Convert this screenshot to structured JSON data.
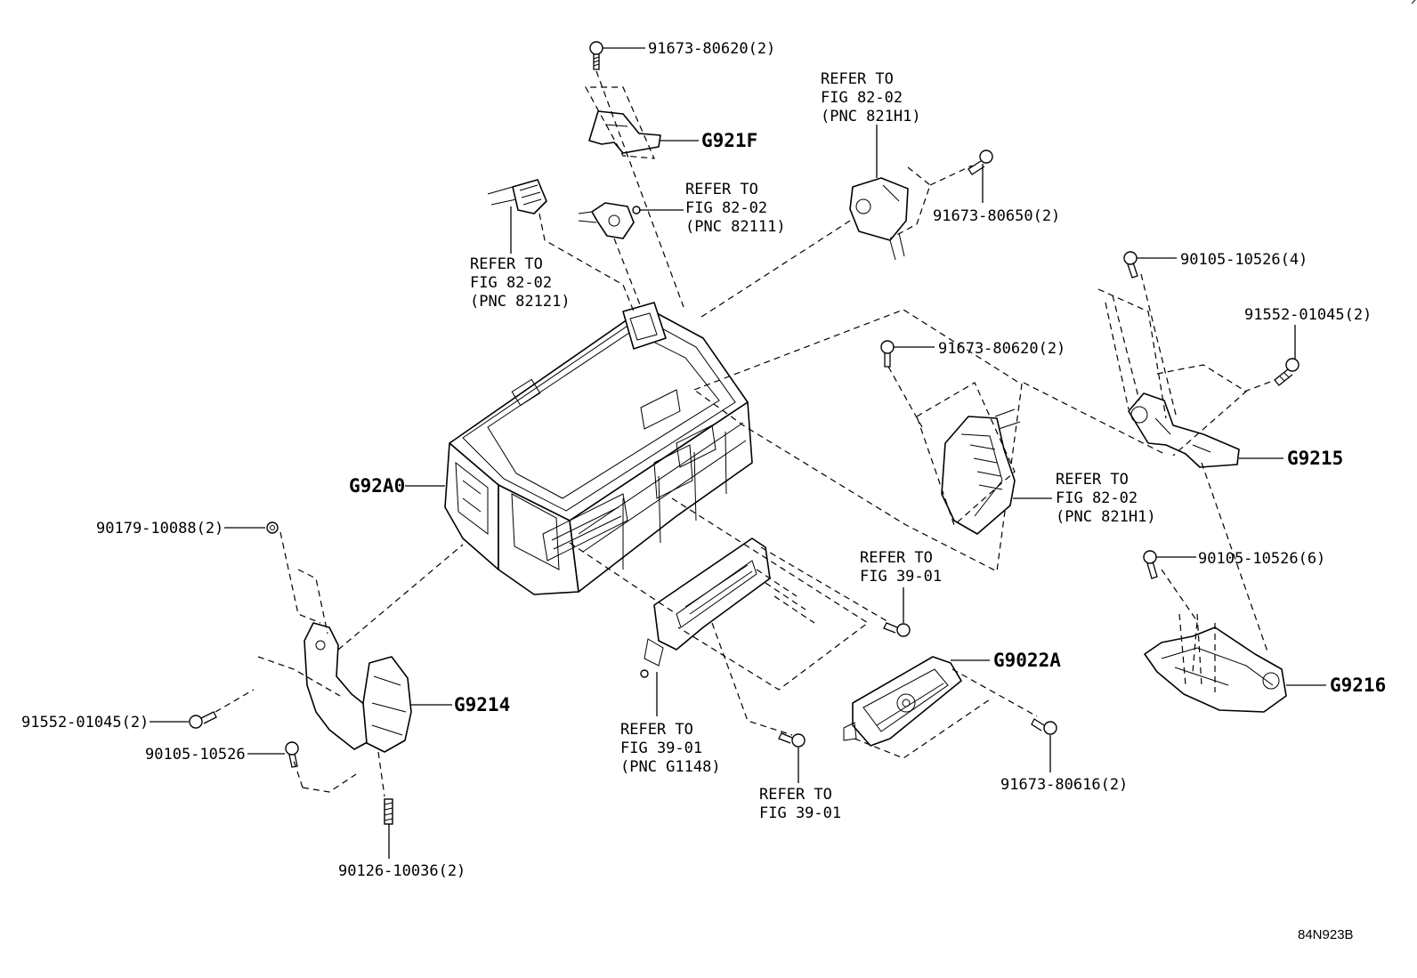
{
  "labels": {
    "l_91673_80620_top": "91673-80620(2)",
    "l_g921f": "G921F",
    "l_refer_821h1_top_1": "REFER TO",
    "l_refer_821h1_top_2": "FIG 82-02",
    "l_refer_821h1_top_3": "(PNC 821H1)",
    "l_refer_82111_1": "REFER TO",
    "l_refer_82111_2": "FIG 82-02",
    "l_refer_82111_3": "(PNC 82111)",
    "l_91673_80650": "91673-80650(2)",
    "l_refer_82121_1": "REFER TO",
    "l_refer_82121_2": "FIG 82-02",
    "l_refer_82121_3": "(PNC 82121)",
    "l_90105_10526_4": "90105-10526(4)",
    "l_91552_01045_right": "91552-01045(2)",
    "l_91673_80620_mid": "91673-80620(2)",
    "l_g9215": "G9215",
    "l_g92a0": "G92A0",
    "l_refer_821h1_mid_1": "REFER TO",
    "l_refer_821h1_mid_2": "FIG 82-02",
    "l_refer_821h1_mid_3": "(PNC 821H1)",
    "l_90179_10088": "90179-10088(2)",
    "l_90105_10526_6": "90105-10526(6)",
    "l_refer_3901_a_1": "REFER TO",
    "l_refer_3901_a_2": "FIG 39-01",
    "l_g9022a": "G9022A",
    "l_g9216": "G9216",
    "l_g9214": "G9214",
    "l_91552_01045_left": "91552-01045(2)",
    "l_90105_10526": "90105-10526",
    "l_refer_g1148_1": "REFER TO",
    "l_refer_g1148_2": "FIG 39-01",
    "l_refer_g1148_3": "(PNC G1148)",
    "l_91673_80616": "91673-80616(2)",
    "l_refer_3901_b_1": "REFER TO",
    "l_refer_3901_b_2": "FIG 39-01",
    "l_90126_10036": "90126-10036(2)",
    "l_code": "84N923B"
  }
}
